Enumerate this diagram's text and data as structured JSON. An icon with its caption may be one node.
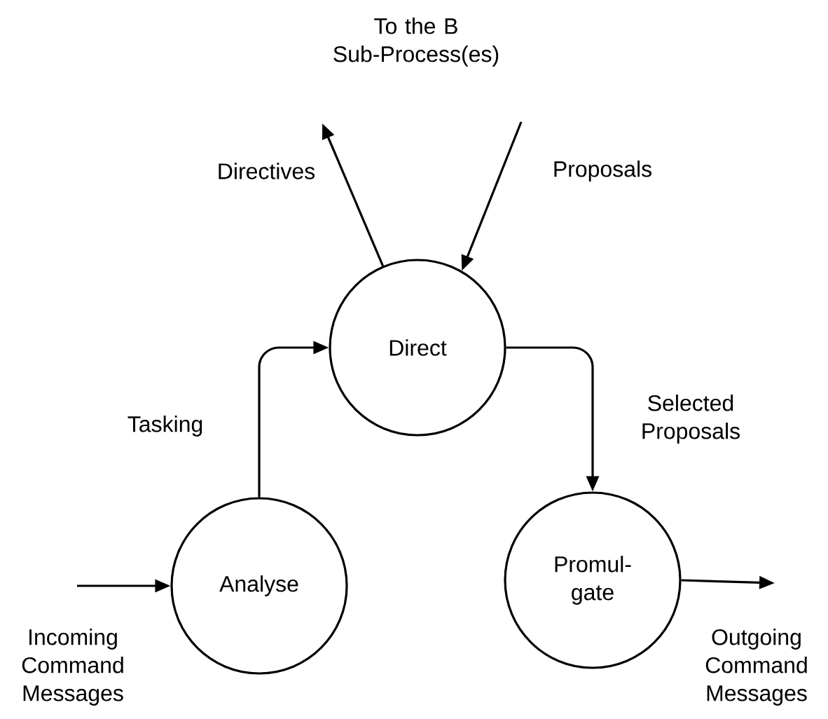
{
  "diagram": {
    "nodes": [
      {
        "text": [
          "Direct"
        ]
      },
      {
        "text": [
          "Analyse"
        ]
      },
      {
        "text": [
          "Promul- gate"
        ]
      }
    ],
    "edges": [
      {
        "from": 1,
        "to": 0,
        "arrow": "to",
        "label": "Tasking"
      },
      {
        "from": 0,
        "to": 2,
        "arrow": "to",
        "label": "Selected Proposals"
      },
      {
        "from": 0,
        "to": null,
        "arrow": "to",
        "label": "Directives"
      },
      {
        "from": null,
        "to": 0,
        "arrow": "to",
        "label": "Proposals"
      },
      {
        "from": null,
        "to": 1,
        "arrow": "to",
        "label": "Incoming Command Messages"
      },
      {
        "from": 2,
        "to": null,
        "arrow": "to",
        "label": "Outgoing Command Messages"
      }
    ],
    "labels": [
      "To the B Sub-Process(es)"
    ]
  }
}
